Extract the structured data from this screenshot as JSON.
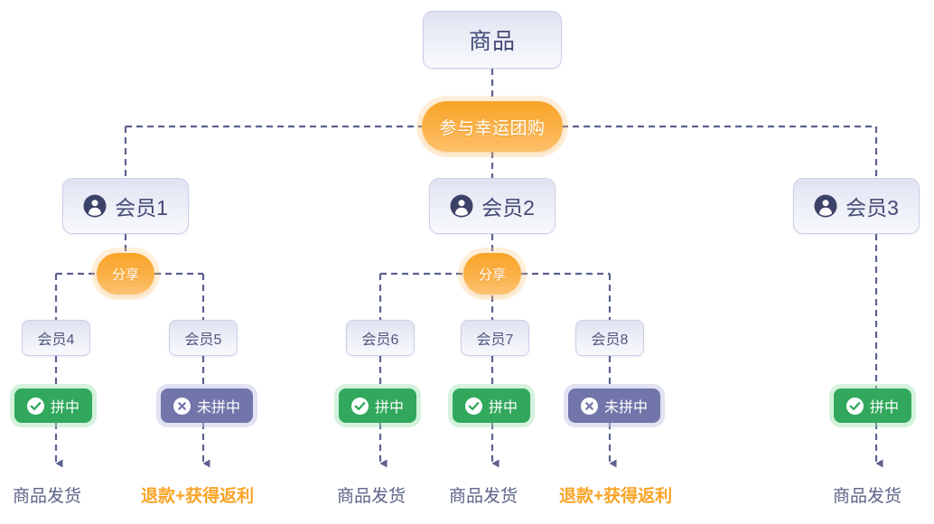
{
  "diagram": {
    "title_node": {
      "label": "商品",
      "icon": "none"
    },
    "action_node": {
      "label": "参与幸运团购"
    },
    "share_label": "分享",
    "members": [
      {
        "label": "会员1",
        "icon": "user-avatar-icon"
      },
      {
        "label": "会员2",
        "icon": "user-avatar-icon"
      },
      {
        "label": "会员3",
        "icon": "user-avatar-icon"
      }
    ],
    "sub_members": [
      {
        "label": "会员4"
      },
      {
        "label": "会员5"
      },
      {
        "label": "会员6"
      },
      {
        "label": "会员7"
      },
      {
        "label": "会员8"
      }
    ],
    "status": {
      "win": {
        "label": "拼中",
        "icon": "check-circle-icon",
        "color": "#31a85c"
      },
      "lose": {
        "label": "未拼中",
        "icon": "x-circle-icon",
        "color": "#7275a9"
      }
    },
    "badges": [
      {
        "label": "拼中",
        "type": "win"
      },
      {
        "label": "未拼中",
        "type": "lose"
      },
      {
        "label": "拼中",
        "type": "win"
      },
      {
        "label": "拼中",
        "type": "win"
      },
      {
        "label": "未拼中",
        "type": "lose"
      },
      {
        "label": "拼中",
        "type": "win"
      }
    ],
    "outcomes": [
      {
        "label": "商品发货",
        "type": "ship"
      },
      {
        "label": "退款+获得返利",
        "type": "refund"
      },
      {
        "label": "商品发货",
        "type": "ship"
      },
      {
        "label": "商品发货",
        "type": "ship"
      },
      {
        "label": "退款+获得返利",
        "type": "refund"
      },
      {
        "label": "商品发货",
        "type": "ship"
      }
    ],
    "colors": {
      "accent_orange": "#f9a427",
      "box_border": "#ccd0e8",
      "box_text": "#4d5480",
      "line": "#5c628f",
      "win_green": "#31a85c",
      "lose_purple": "#7275a9"
    }
  }
}
